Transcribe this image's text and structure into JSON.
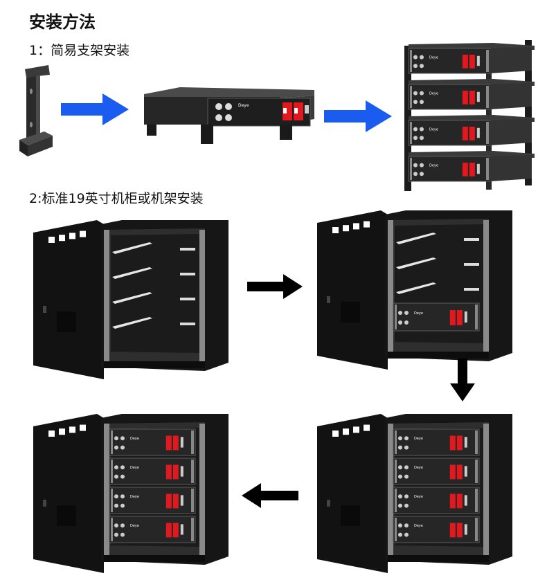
{
  "heading": "安装方法",
  "step1": {
    "label": "1：简易支架安装"
  },
  "step2": {
    "label": "2:标准19英寸机柜或机架安装"
  },
  "brand_mark": "Deye",
  "colors": {
    "arrow_blue": "#1a5cf0",
    "arrow_black": "#000000",
    "module_body": "#2b2b2b",
    "terminal_red": "#e0191e",
    "cabinet": "#151515"
  },
  "icons": {
    "flow_arrow": "right-arrow",
    "flow_arrow_down": "down-arrow",
    "flow_arrow_left": "left-arrow"
  }
}
